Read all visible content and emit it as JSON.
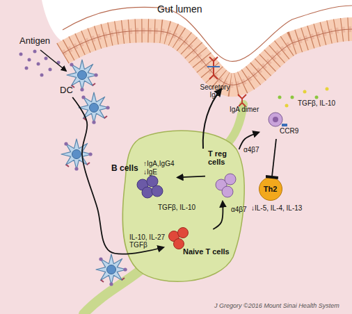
{
  "diagram": {
    "nodes": [
      {
        "text": [
          "DC"
        ]
      },
      {
        "text": [
          "B cells",
          "↑IgA,IgG4",
          "↓IgE"
        ]
      },
      {
        "text": [
          "Naive T cells"
        ]
      },
      {
        "text": [
          "T reg cells"
        ]
      },
      {
        "text": [
          "CCR9"
        ]
      },
      {
        "text": [
          "Th2",
          "↓IL-5, IL-4, IL-13"
        ]
      }
    ],
    "edges": [
      {
        "from": 0,
        "to": 2,
        "arrow": "to"
      },
      {
        "from": 2,
        "to": 3,
        "arrow": "to"
      },
      {
        "from": 3,
        "to": 1,
        "label": "TGFβ, IL-10",
        "arrow": "to"
      },
      {
        "from": 3,
        "to": 4,
        "arrow": "to"
      },
      {
        "from": 4,
        "to": 5,
        "arrow": "to"
      }
    ],
    "labels": [
      "Gut lumen",
      "Antigen",
      "Secretory IgA",
      "IgA dimer",
      "TGFβ, IL-10",
      "α4β7",
      "α4β7",
      "IL-10, IL-27 TGFβ",
      "J Gregory ©2016 Mount Sinai Health System"
    ]
  }
}
